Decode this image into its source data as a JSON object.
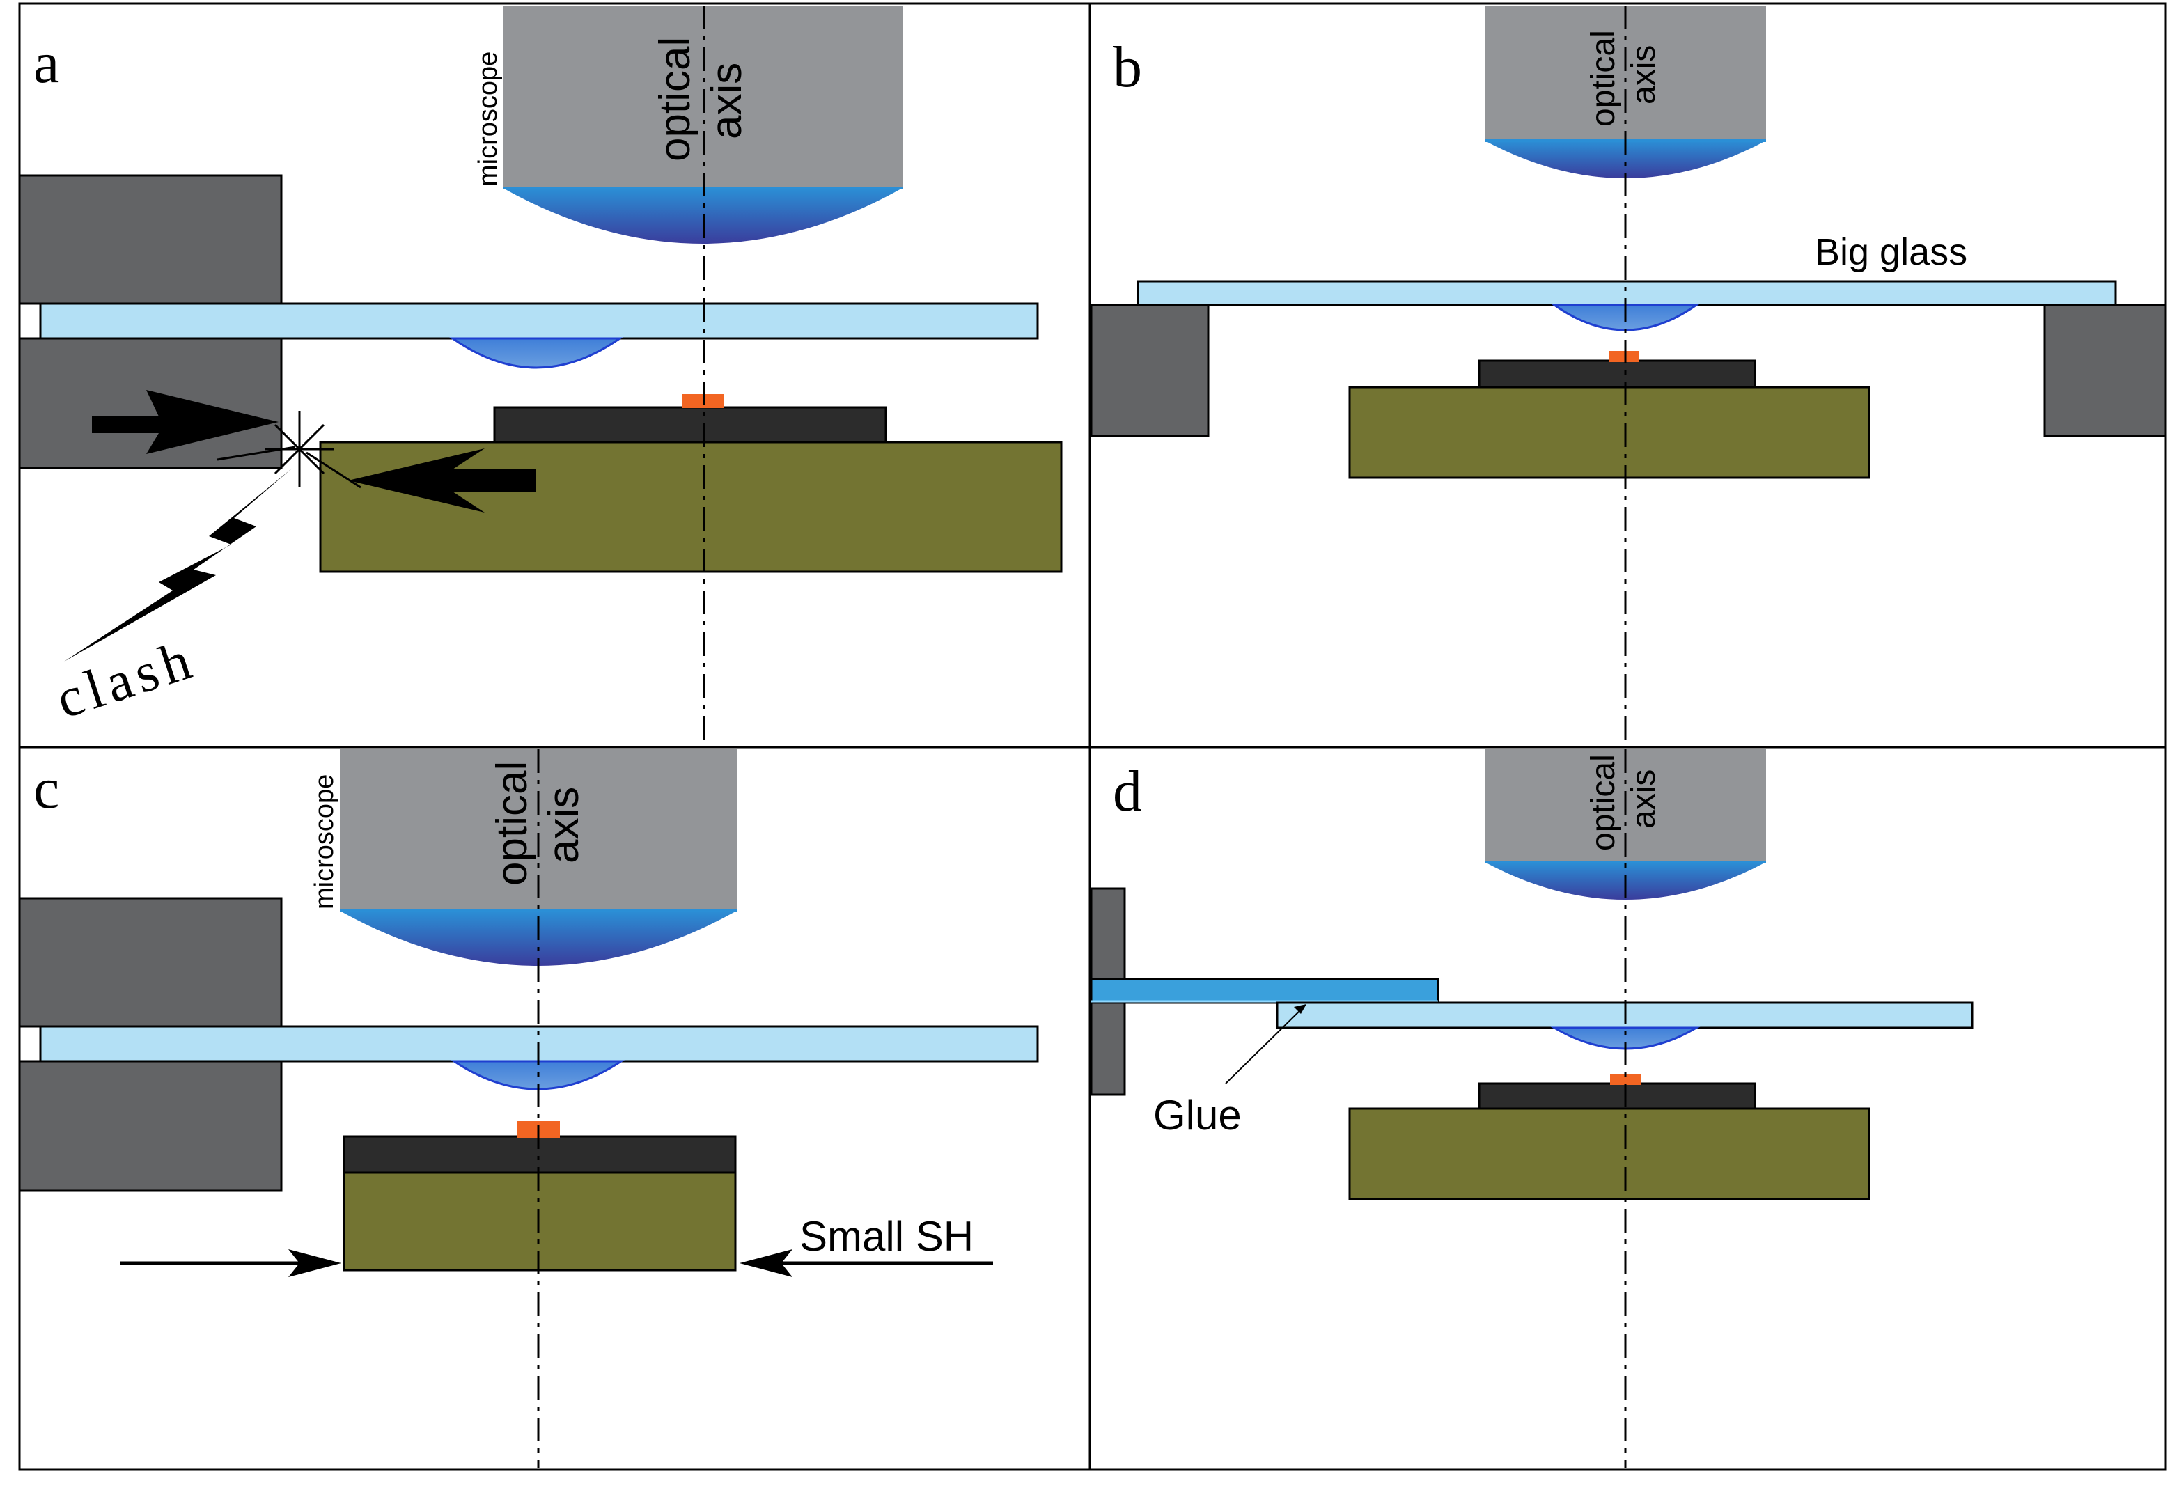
{
  "panels": {
    "a": {
      "letter": "a",
      "objective_label": "microscope",
      "axis_line1": "optical",
      "axis_line2": "axis",
      "clash_label": "clash"
    },
    "b": {
      "letter": "b",
      "axis_line1": "optical",
      "axis_line2": "axis",
      "big_glass_label": "Big glass"
    },
    "c": {
      "letter": "c",
      "objective_label": "microscope",
      "axis_line1": "optical",
      "axis_line2": "axis",
      "small_sh_label": "Small SH"
    },
    "d": {
      "letter": "d",
      "axis_line1": "optical",
      "axis_line2": "axis",
      "glue_label": "Glue"
    }
  },
  "colors": {
    "objective": "#939598",
    "lens_top": "#2b8fd6",
    "lens_bottom": "#3a3d9c",
    "glass": "#b3e0f5",
    "glass_dark": "#3aa0dc",
    "holder": "#636466",
    "plate": "#2c2c2c",
    "sample": "#737432",
    "heater": "#f26522",
    "lens_drop": "#5b8fd8",
    "line": "#000000"
  }
}
